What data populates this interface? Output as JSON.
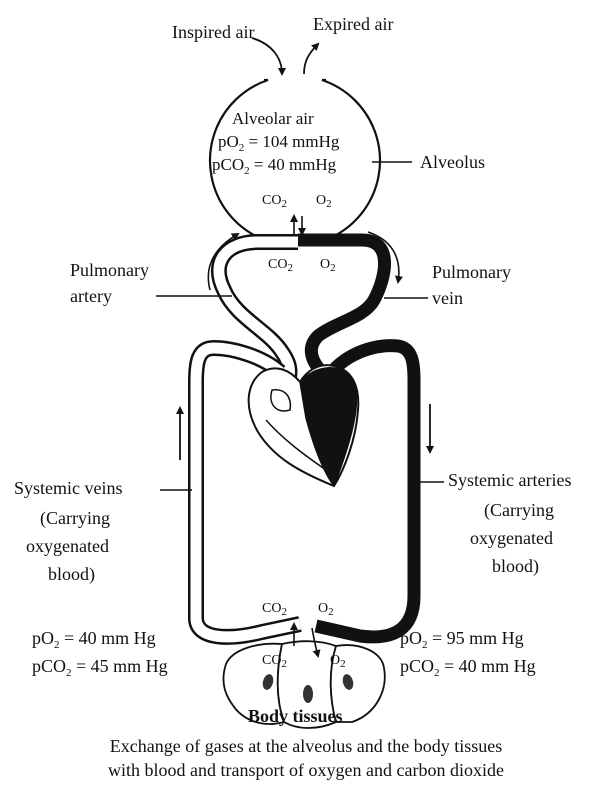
{
  "labels": {
    "inspired_air": "Inspired air",
    "expired_air": "Expired air",
    "alveolar_air": "Alveolar air",
    "alveolus": "Alveolus",
    "alveolar_po2": {
      "prefix": "pO",
      "sub": "2",
      "rest": " = 104 mmHg"
    },
    "alveolar_pco2": {
      "prefix": "pCO",
      "sub": "2",
      "rest": " = 40 mmHg"
    },
    "gas_co2": {
      "prefix": "CO",
      "sub": "2"
    },
    "gas_o2": {
      "prefix": "O",
      "sub": "2"
    },
    "pulmonary_artery": [
      "Pulmonary",
      "artery"
    ],
    "pulmonary_vein": [
      "Pulmonary",
      "vein"
    ],
    "systemic_veins": [
      "Systemic veins",
      "(Carrying",
      "oxygenated",
      "blood)"
    ],
    "systemic_arteries": [
      "Systemic arteries",
      "(Carrying",
      "oxygenated",
      "blood)"
    ],
    "tissue_left_po2": {
      "prefix": "pO",
      "sub": "2",
      "rest": " = 40 mm Hg"
    },
    "tissue_left_pco2": {
      "prefix": "pCO",
      "sub": "2",
      "rest": " = 45 mm Hg"
    },
    "tissue_right_po2": {
      "prefix": "pO",
      "sub": "2",
      "rest": " = 95 mm Hg"
    },
    "tissue_right_pco2": {
      "prefix": "pCO",
      "sub": "2",
      "rest": " = 40 mm Hg"
    },
    "body_tissues": "Body tissues"
  },
  "caption": [
    "Exchange of gases at the alveolus and the body tissues",
    "with blood and transport of oxygen and carbon dioxide"
  ],
  "colors": {
    "line": "#111111",
    "oxygenated_vessel": "#111111",
    "deoxygenated_vessel": "#ffffff"
  }
}
